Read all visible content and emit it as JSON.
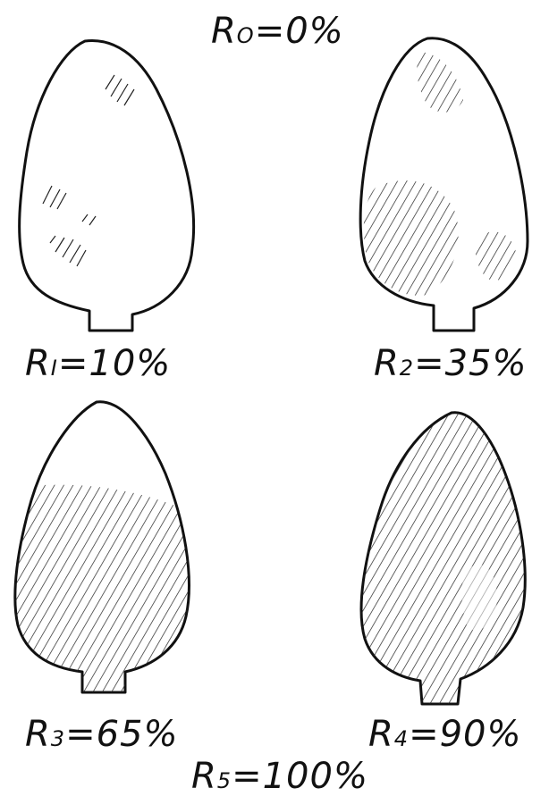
{
  "figure": {
    "labels": [
      {
        "id": "r0",
        "base": "R",
        "sub": "O",
        "rest": "=0%"
      },
      {
        "id": "r1",
        "base": "R",
        "sub": "I",
        "rest": "=10%"
      },
      {
        "id": "r2",
        "base": "R",
        "sub": "2",
        "rest": "=35%"
      },
      {
        "id": "r3",
        "base": "R",
        "sub": "3",
        "rest": "=65%"
      },
      {
        "id": "r4",
        "base": "R",
        "sub": "4",
        "rest": "=90%"
      },
      {
        "id": "r5",
        "base": "R",
        "sub": "5",
        "rest": "=100%"
      }
    ],
    "leaves": [
      {
        "name": "leaf-r1",
        "coverage_percent": 10
      },
      {
        "name": "leaf-r2",
        "coverage_percent": 35
      },
      {
        "name": "leaf-r3",
        "coverage_percent": 65
      },
      {
        "name": "leaf-r4",
        "coverage_percent": 90
      }
    ],
    "colors": {
      "ink": "#111111",
      "paper": "#ffffff"
    }
  }
}
